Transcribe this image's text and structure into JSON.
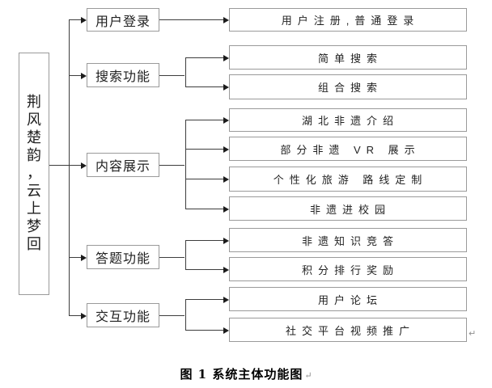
{
  "diagram": {
    "root_label": "荆风楚韵，云上梦回",
    "branches": [
      {
        "label": "用户登录",
        "children": [
          "用户注册,普通登录"
        ]
      },
      {
        "label": "搜索功能",
        "children": [
          "简单搜索",
          "组合搜索"
        ]
      },
      {
        "label": "内容展示",
        "children": [
          "湖北非遗介绍",
          "部分非遗 VR 展示",
          "个性化旅游 路线定制",
          "非遗进校园"
        ]
      },
      {
        "label": "答题功能",
        "children": [
          "非遗知识竞答",
          "积分排行奖励"
        ]
      },
      {
        "label": "交互功能",
        "children": [
          "用户论坛",
          "社交平台视频推广"
        ]
      }
    ]
  },
  "caption": {
    "text": "图 1 系统主体功能图",
    "line_break_mark": "↵"
  },
  "icons": {
    "arrowhead": "filled-right-triangle"
  },
  "colors": {
    "background": "#ffffff",
    "box_border": "#9a9a9a",
    "connector": "#3d3d3d",
    "arrowhead": "#1c1c1c",
    "text": "#1f1f1f",
    "caption_text": "#000000",
    "mark": "#8f8f8f"
  }
}
